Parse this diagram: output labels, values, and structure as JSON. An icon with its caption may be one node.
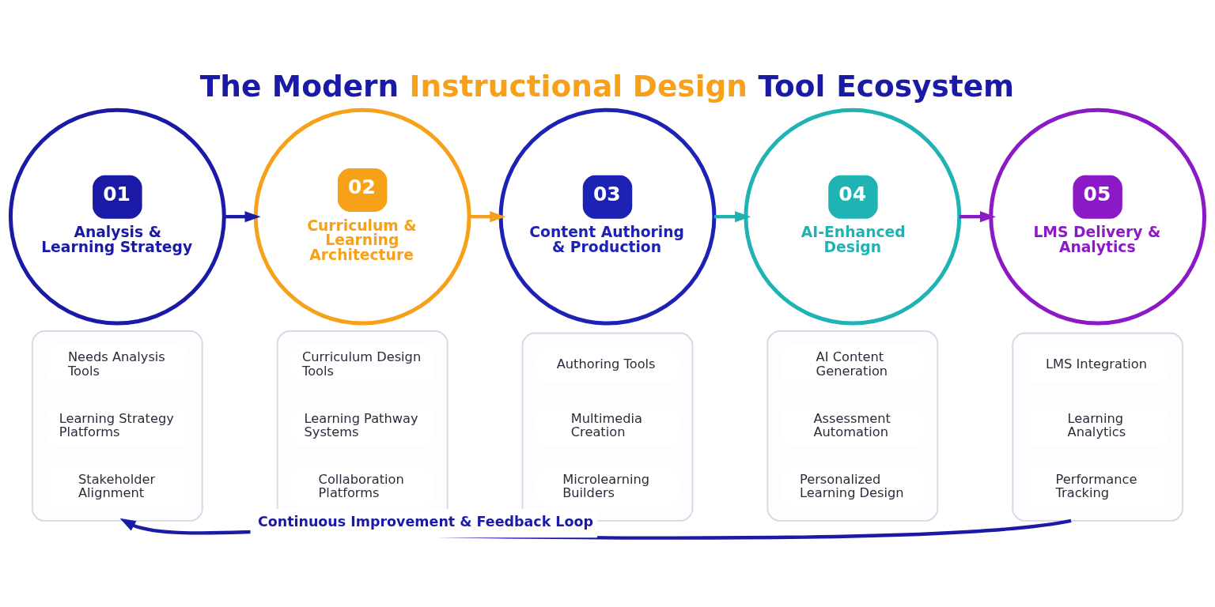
{
  "diagram": {
    "title": "The Modern Instructional Design Tool Ecosystem",
    "nodes": [
      {
        "text": [
          "01",
          "Analysis & Learning Strategy"
        ]
      },
      {
        "text": [],
        "shape": "box"
      },
      {
        "text": [
          "Needs Analysis Tools"
        ],
        "in": 1
      },
      {
        "text": [
          "Learning Strategy Platforms"
        ],
        "in": 1
      },
      {
        "text": [
          "Stakeholder Alignment"
        ],
        "in": 1
      },
      {
        "text": [
          "02",
          "Curriculum & Learning Architecture"
        ]
      },
      {
        "text": [],
        "shape": "box"
      },
      {
        "text": [
          "Curriculum Design Tools"
        ],
        "in": 6
      },
      {
        "text": [
          "Learning Pathway Systems"
        ],
        "in": 6
      },
      {
        "text": [
          "Collaboration Platforms"
        ],
        "in": 6
      },
      {
        "text": [
          "03",
          "Content Authoring & Production"
        ]
      },
      {
        "text": [],
        "shape": "box"
      },
      {
        "text": [
          "Authoring Tools"
        ],
        "in": 11
      },
      {
        "text": [
          "Multimedia Creation"
        ],
        "in": 11
      },
      {
        "text": [
          "Microlearning Builders"
        ],
        "in": 11
      },
      {
        "text": [
          "04",
          "AI-Enhanced Design"
        ]
      },
      {
        "text": [],
        "shape": "box"
      },
      {
        "text": [
          "AI Content Generation"
        ],
        "in": 16
      },
      {
        "text": [
          "Assessment Automation"
        ],
        "in": 16
      },
      {
        "text": [
          "Personalized Learning Design"
        ],
        "in": 16
      },
      {
        "text": [
          "05",
          "LMS Delivery & Analytics"
        ]
      },
      {
        "text": [],
        "shape": "box"
      },
      {
        "text": [
          "LMS Integration"
        ],
        "in": 21
      },
      {
        "text": [
          "Learning Analytics"
        ],
        "in": 21
      },
      {
        "text": [
          "Performance Tracking"
        ],
        "in": 21
      }
    ],
    "edges": [
      {
        "from": 0,
        "to": 5,
        "arrow": "to",
        "color": "#1a1aa6"
      },
      {
        "from": 5,
        "to": 10,
        "arrow": "to",
        "color": "#f59e1b"
      },
      {
        "from": 10,
        "to": 15,
        "arrow": "to",
        "color": "#1fb0b0"
      },
      {
        "from": 15,
        "to": 20,
        "arrow": "to",
        "color": "#8a1bc4"
      },
      {
        "from": 21,
        "to": 1,
        "arrow": "to",
        "label": "Continuous Improvement & Feedback Loop",
        "color": "#1a1aa6"
      }
    ]
  }
}
